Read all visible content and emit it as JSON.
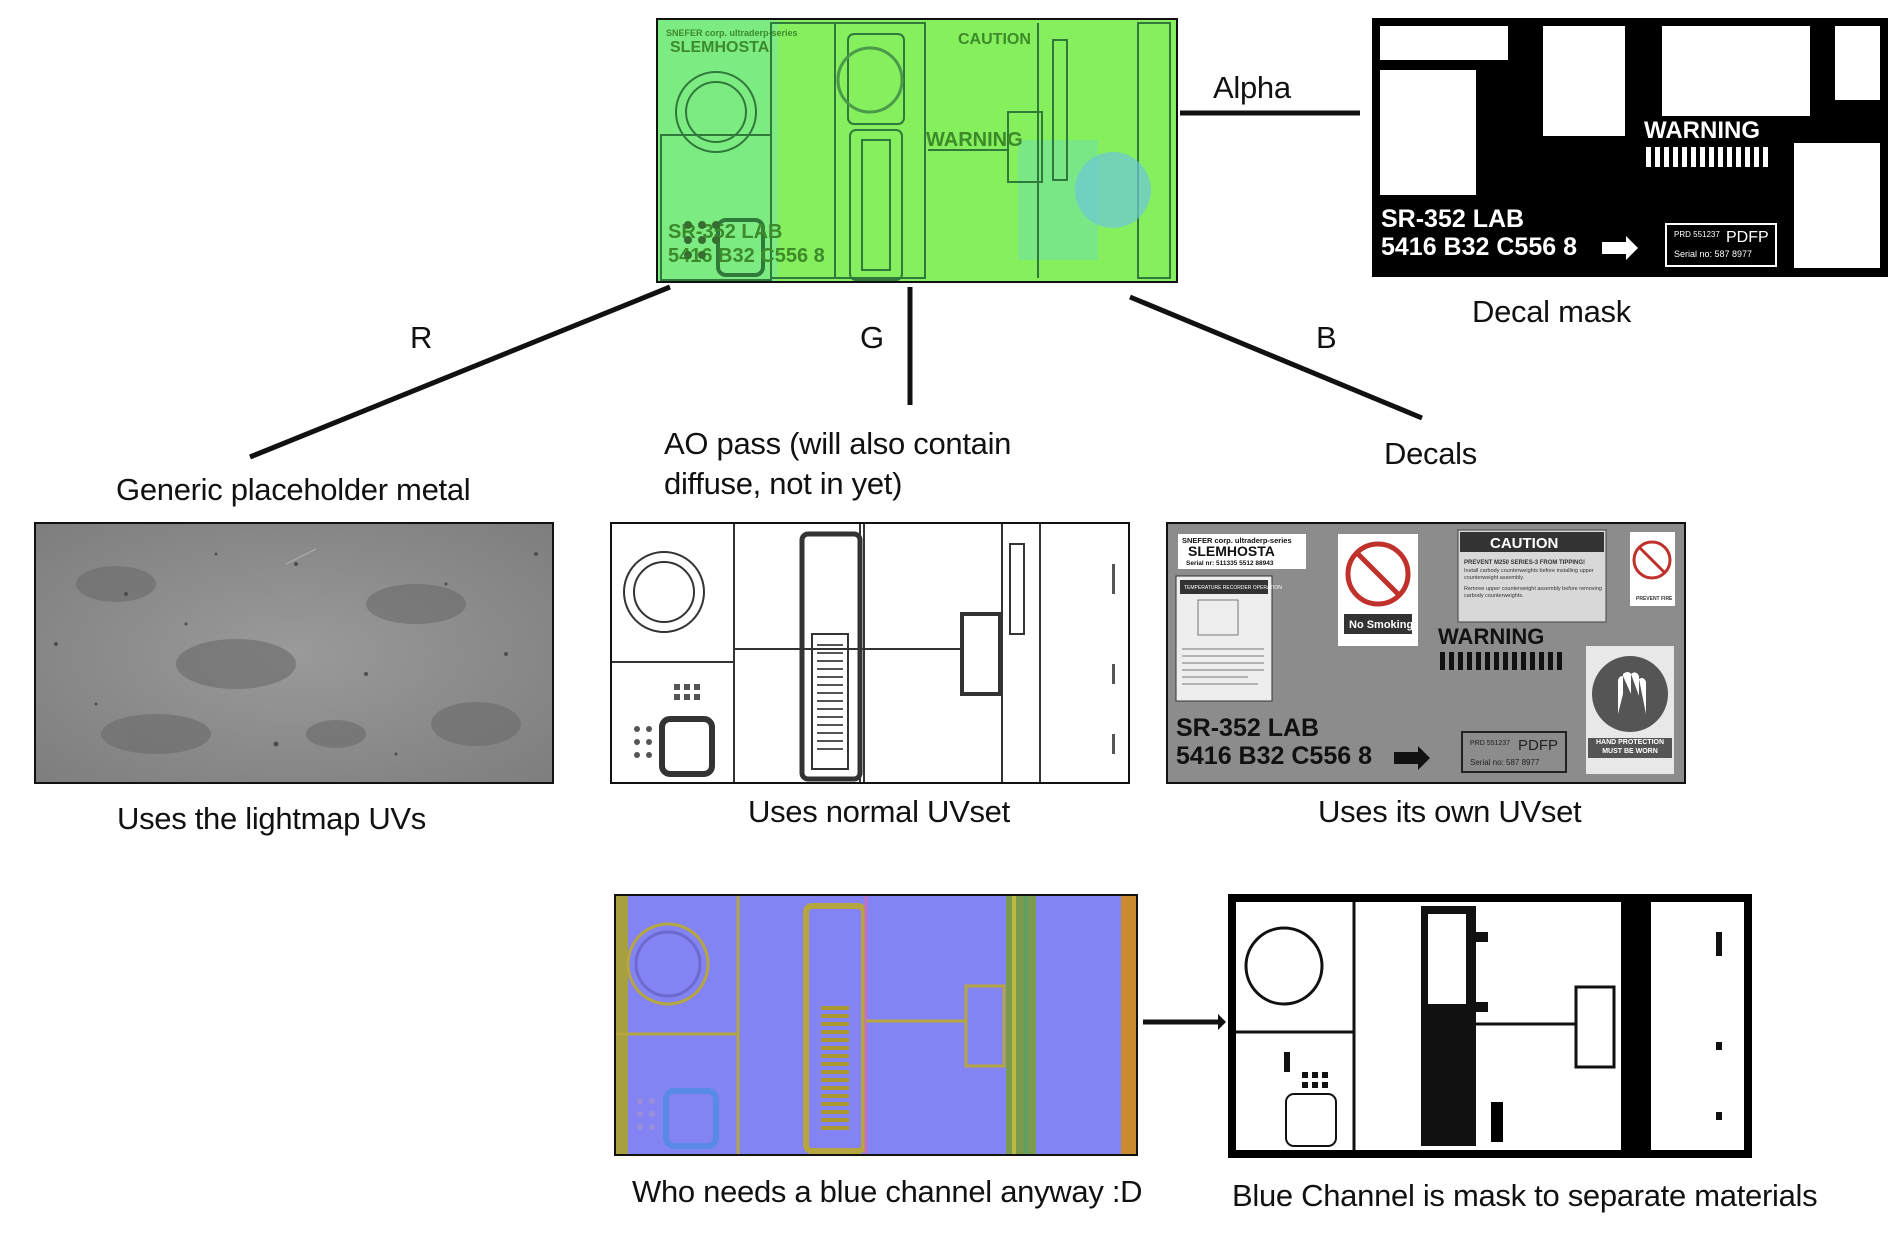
{
  "labels": {
    "alpha": "Alpha",
    "r": "R",
    "g": "G",
    "b": "B",
    "decal_mask": "Decal mask",
    "generic_metal": "Generic placeholder metal",
    "ao_pass": "AO pass (will also contain diffuse, not in yet)",
    "decals": "Decals",
    "lightmap_uvs": "Uses the lightmap UVs",
    "normal_uvset": "Uses normal UVset",
    "own_uvset": "Uses its own UVset",
    "blue_channel_joke": "Who needs a blue channel anyway :D",
    "blue_channel_mask": "Blue Channel is mask to separate materials"
  },
  "decal_text": {
    "company": "SNEFER corp. ultraderp-series",
    "brand": "SLEMHOSTA",
    "serial_line": "Serial nr: 511335 5512 88943",
    "temperature_title": "TEMPERATURE RECORDER OPERATION",
    "no_smoking": "No Smoking",
    "caution": "CAUTION",
    "caution_sub": "PREVENT M250 SERIES-3 FROM TIPPING!",
    "caution_body_1": "Install carbody counterweights before installing upper counterweight assembly.",
    "caution_body_2": "Remove upper counterweight assembly before removing carbody counterweights.",
    "prevent_fire": "PREVENT FIRE",
    "warning": "WARNING",
    "lab": "SR-352  LAB",
    "code": "5416 B32 C556 8",
    "prd": "PRD  551237",
    "pdfp": "PDFP",
    "serial_no": "Serial no: 587 8977",
    "hand_protection": "HAND PROTECTION MUST BE WORN"
  },
  "colors": {
    "combined_green": "#7ef05a",
    "decal_gray": "#8a8a8a",
    "normal_blue": "#8080f8",
    "metal_gray": "#8c8c8c"
  }
}
